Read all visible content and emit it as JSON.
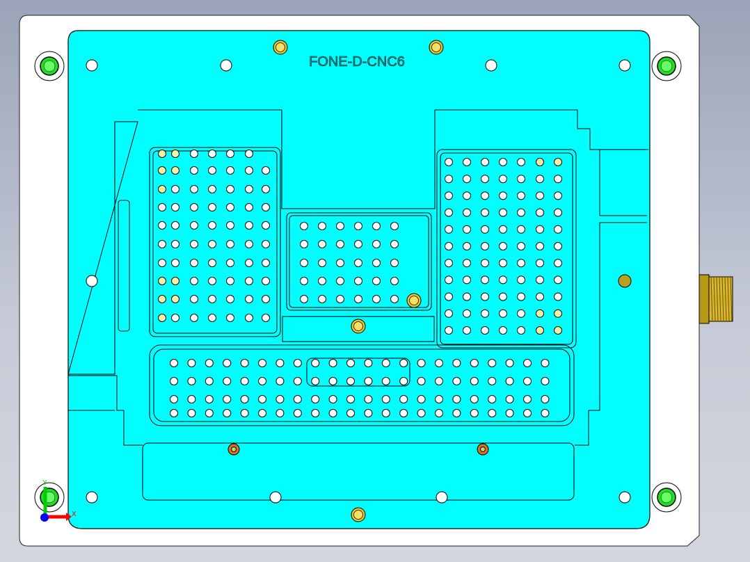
{
  "part_label": "FONE-D-CNC6",
  "triad": {
    "x_label": "X",
    "y_label": "Y"
  },
  "colors": {
    "plate": "#00ffff",
    "base": "#ffffff",
    "hole": "#ffffff",
    "pin": "#f5f0a8",
    "dowel": "#e8c830",
    "screw": "#22dd22",
    "connector": "#c8a820",
    "axis_x": "#ff0000",
    "axis_y": "#00cc00",
    "axis_z": "#0000ff"
  }
}
